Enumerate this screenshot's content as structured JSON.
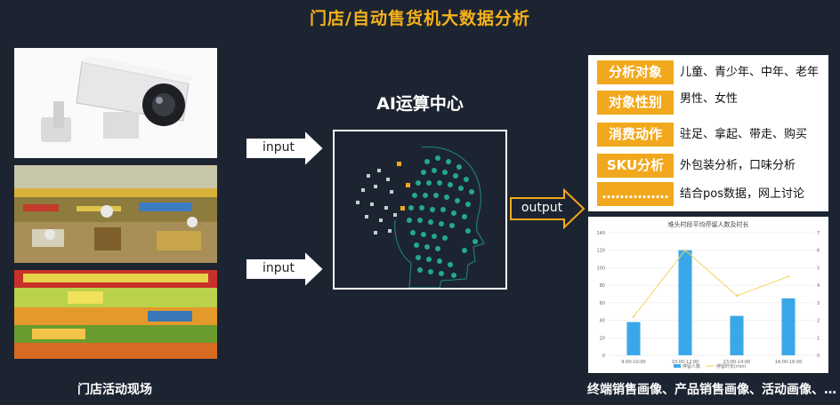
{
  "title": "门店/自动售货机大数据分析",
  "left_caption": "门店活动现场",
  "ai": {
    "title": "AI运算中心"
  },
  "arrows": {
    "input_top": "input",
    "input_bottom": "input",
    "output": "output"
  },
  "attributes": [
    {
      "tag": "分析对象",
      "desc": "儿童、青少年、中年、老年"
    },
    {
      "tag": "对象性别",
      "desc": "男性、女性"
    },
    {
      "tag": "消费动作",
      "desc": "驻足、拿起、带走、购买"
    },
    {
      "tag": "SKU分析",
      "desc": "外包装分析，口味分析"
    },
    {
      "tag": "……………",
      "desc": "结合pos数据，网上讨论"
    }
  ],
  "bottom_caption": "终端销售画像、产品销售画像、活动画像、…",
  "colors": {
    "accent": "#f2a81c",
    "bar": "#3aa8e8",
    "line": "#f2d45c",
    "background": "#1d2431"
  },
  "chart_data": {
    "type": "bar",
    "title": "堆头时段平均停留人数及时长",
    "categories": [
      "9:00-10:00",
      "10:00-12:00",
      "13:00-14:00",
      "14:00-16:00"
    ],
    "series": [
      {
        "name": "停留人数",
        "type": "bar",
        "axis": "left",
        "values": [
          38,
          120,
          45,
          65
        ]
      },
      {
        "name": "停留时长(min)",
        "type": "line",
        "axis": "right",
        "values": [
          2.2,
          6.0,
          3.4,
          4.5
        ]
      }
    ],
    "ylim": [
      0,
      140
    ],
    "ylim_right": [
      0,
      7
    ],
    "yticks": [
      0,
      20,
      40,
      60,
      80,
      100,
      120,
      140
    ],
    "yticks_right": [
      0,
      1,
      2,
      3,
      4,
      5,
      6,
      7
    ],
    "legend": "bottom"
  }
}
